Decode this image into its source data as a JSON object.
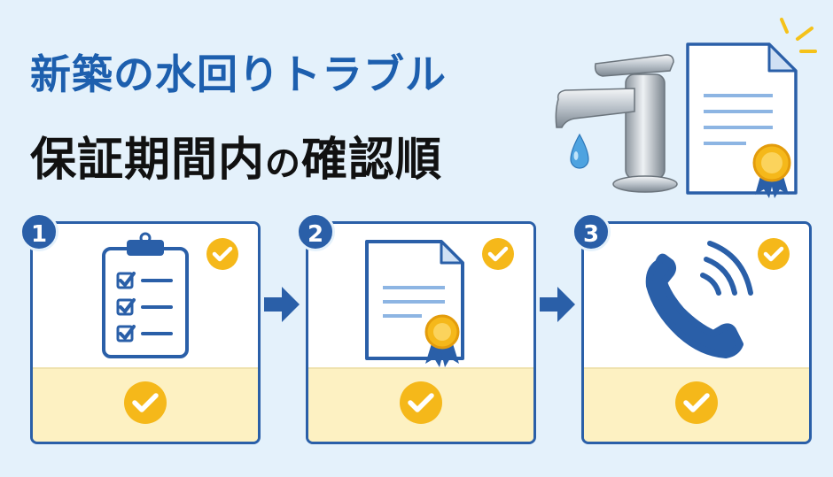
{
  "title": {
    "line1": "新築の水回りトラブル",
    "line2_a": "保証期間内",
    "line2_b": "の",
    "line2_c": "確認順"
  },
  "steps": [
    {
      "number": "1",
      "icon": "checklist-clipboard-icon"
    },
    {
      "number": "2",
      "icon": "warranty-certificate-icon"
    },
    {
      "number": "3",
      "icon": "phone-call-icon"
    }
  ],
  "colors": {
    "background": "#e4f1fb",
    "primary_blue": "#2a5fa8",
    "title_blue": "#1d5fae",
    "check_yellow": "#f5b81a",
    "panel_yellow": "#fdf1c2"
  }
}
